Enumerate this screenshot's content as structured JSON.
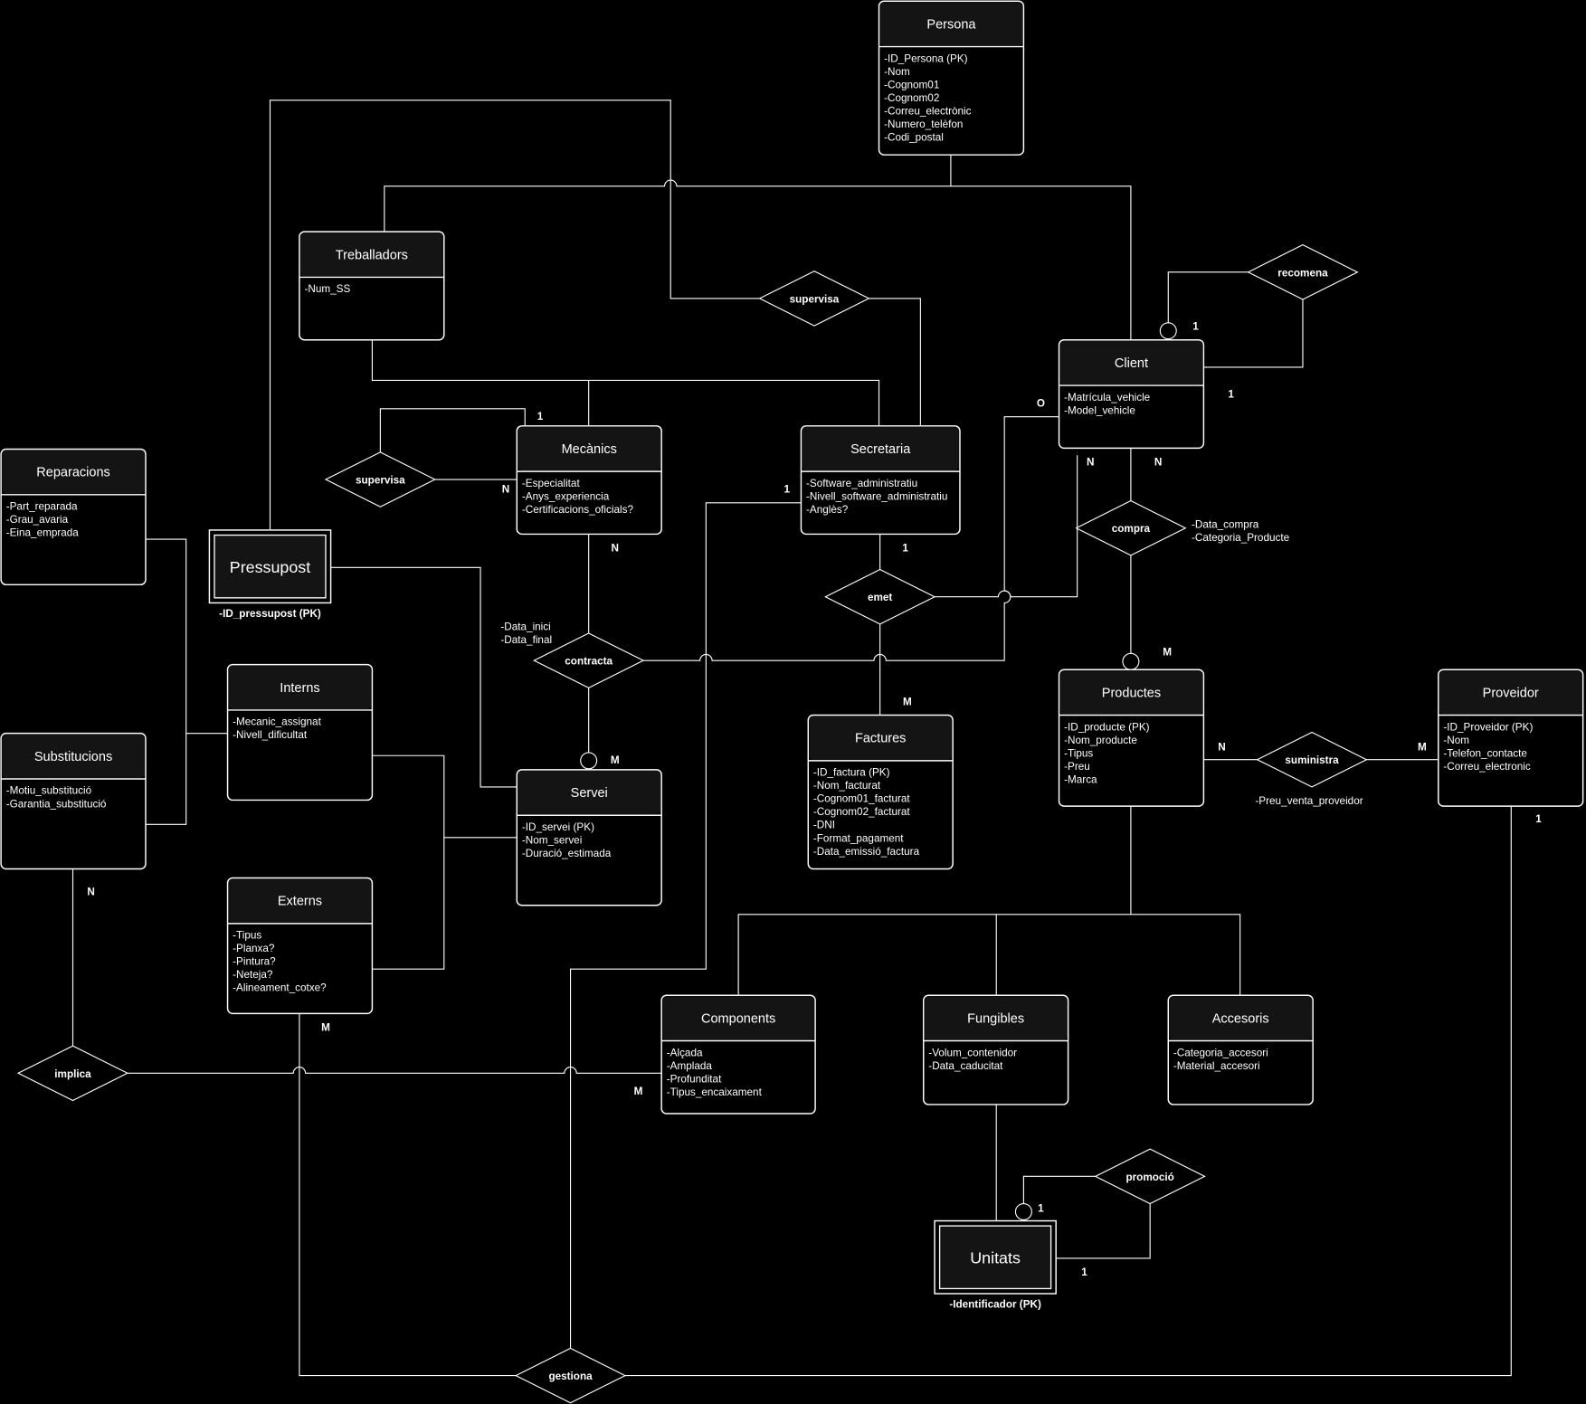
{
  "entities": {
    "persona": {
      "title": "Persona",
      "attrs": [
        "-ID_Persona (PK)",
        "-Nom",
        "-Cognom01",
        "-Cognom02",
        "-Correu_electrònic",
        "-Numero_telèfon",
        "-Codi_postal"
      ]
    },
    "treballadors": {
      "title": "Treballadors",
      "attrs": [
        "-Num_SS"
      ]
    },
    "client": {
      "title": "Client",
      "attrs": [
        "-Matrícula_vehicle",
        "-Model_vehicle"
      ]
    },
    "reparacions": {
      "title": "Reparacions",
      "attrs": [
        "-Part_reparada",
        "-Grau_avaria",
        "-Eina_emprada"
      ]
    },
    "mecanics": {
      "title": "Mecànics",
      "attrs": [
        "-Especialitat",
        "-Anys_experiencia",
        "-Certificacions_oficials?"
      ]
    },
    "secretaria": {
      "title": "Secretaria",
      "attrs": [
        "-Software_administratiu",
        "-Nivell_software_administratiu",
        "-Anglès?"
      ]
    },
    "interns": {
      "title": "Interns",
      "attrs": [
        "-Mecanic_assignat",
        "-Nivell_dificultat"
      ]
    },
    "substitucions": {
      "title": "Substitucions",
      "attrs": [
        "-Motiu_substitució",
        "-Garantia_substitució"
      ]
    },
    "servei": {
      "title": "Servei",
      "attrs": [
        "-ID_servei (PK)",
        "-Nom_servei",
        "-Duració_estimada"
      ]
    },
    "factures": {
      "title": "Factures",
      "attrs": [
        "-ID_factura (PK)",
        "-Nom_facturat",
        "-Cognom01_facturat",
        "-Cognom02_facturat",
        "-DNI",
        "-Format_pagament",
        "-Data_emissió_factura"
      ]
    },
    "productes": {
      "title": "Productes",
      "attrs": [
        "-ID_producte (PK)",
        "-Nom_producte",
        "-Tipus",
        "-Preu",
        "-Marca"
      ]
    },
    "proveidor": {
      "title": "Proveidor",
      "attrs": [
        "-ID_Proveidor (PK)",
        "-Nom",
        "-Telefon_contacte",
        "-Correu_electronic"
      ]
    },
    "externs": {
      "title": "Externs",
      "attrs": [
        "-Tipus",
        "-Planxa?",
        "-Pintura?",
        "-Neteja?",
        "-Alineament_cotxe?"
      ]
    },
    "components": {
      "title": "Components",
      "attrs": [
        "-Alçada",
        "-Amplada",
        "-Profunditat",
        "-Tipus_encaixament"
      ]
    },
    "fungibles": {
      "title": "Fungibles",
      "attrs": [
        "-Volum_contenidor",
        "-Data_caducitat"
      ]
    },
    "accesoris": {
      "title": "Accesoris",
      "attrs": [
        "-Categoria_accesori",
        "-Material_accesori"
      ]
    }
  },
  "weak_entities": {
    "pressupost": {
      "title": "Pressupost",
      "key": "-ID_pressupost (PK)"
    },
    "unitats": {
      "title": "Unitats",
      "key": "-Identificador (PK)"
    }
  },
  "relationships": {
    "supervisa_top": "supervisa",
    "recomena": "recomena",
    "supervisa_left": "supervisa",
    "compra": "compra",
    "emet": "emet",
    "contracta": "contracta",
    "suministra": "suministra",
    "implica": "implica",
    "promocio": "promoció",
    "gestiona": "gestiona"
  },
  "relationship_attrs": {
    "compra": [
      "-Data_compra",
      "-Categoria_Producte"
    ],
    "contracta": [
      "-Data_inici",
      "-Data_final"
    ],
    "suministra": [
      "-Preu_venta_proveidor"
    ]
  },
  "cardinalities": {
    "sup_mec_1": "1",
    "sup_mec_n": "N",
    "rec_1a": "1",
    "rec_1b": "1",
    "client_o": "O",
    "compra_n": "N",
    "compra_m": "M",
    "emet_n": "N",
    "emet_1": "1",
    "emet_m": "M",
    "contracta_n": "N",
    "contracta_m": "M",
    "sec_1": "1",
    "sum_n": "N",
    "sum_m": "M",
    "impl_n": "N",
    "impl_m": "M",
    "gest_m": "M",
    "gest_1": "1",
    "prom_1a": "1",
    "prom_1b": "1"
  }
}
